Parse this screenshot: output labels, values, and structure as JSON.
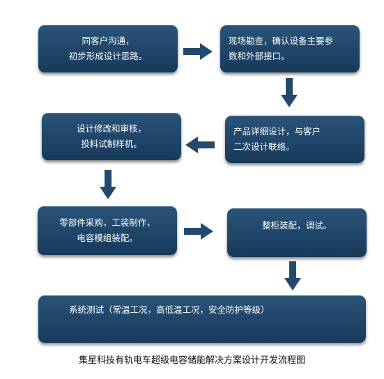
{
  "flowchart": {
    "step1": {
      "line1": "同客户沟通，",
      "line2": "初步形成设计思路。"
    },
    "step2": {
      "line1": "现场勘查，确认设备主要参",
      "line2": "数和外部接口。"
    },
    "step3": {
      "line1": "产品详细设计，与客户",
      "line2": "二次设计联络。"
    },
    "step4": {
      "line1": "设计修改和审核，",
      "line2": "投料试制样机。"
    },
    "step5": {
      "line1": "零部件采购，工装制作，",
      "line2": "电容模组装配。"
    },
    "step6": {
      "line1": "整柜装配，调试。"
    },
    "step7": {
      "line1": "系统测试（常温工况，高低温工况，安全防护等级）"
    }
  },
  "caption": "集星科技有轨电车超级电容储能解决方案设计开发流程图",
  "colors": {
    "box": "#1f4568",
    "arrow": "#234a6e",
    "text": "#ffffff"
  }
}
